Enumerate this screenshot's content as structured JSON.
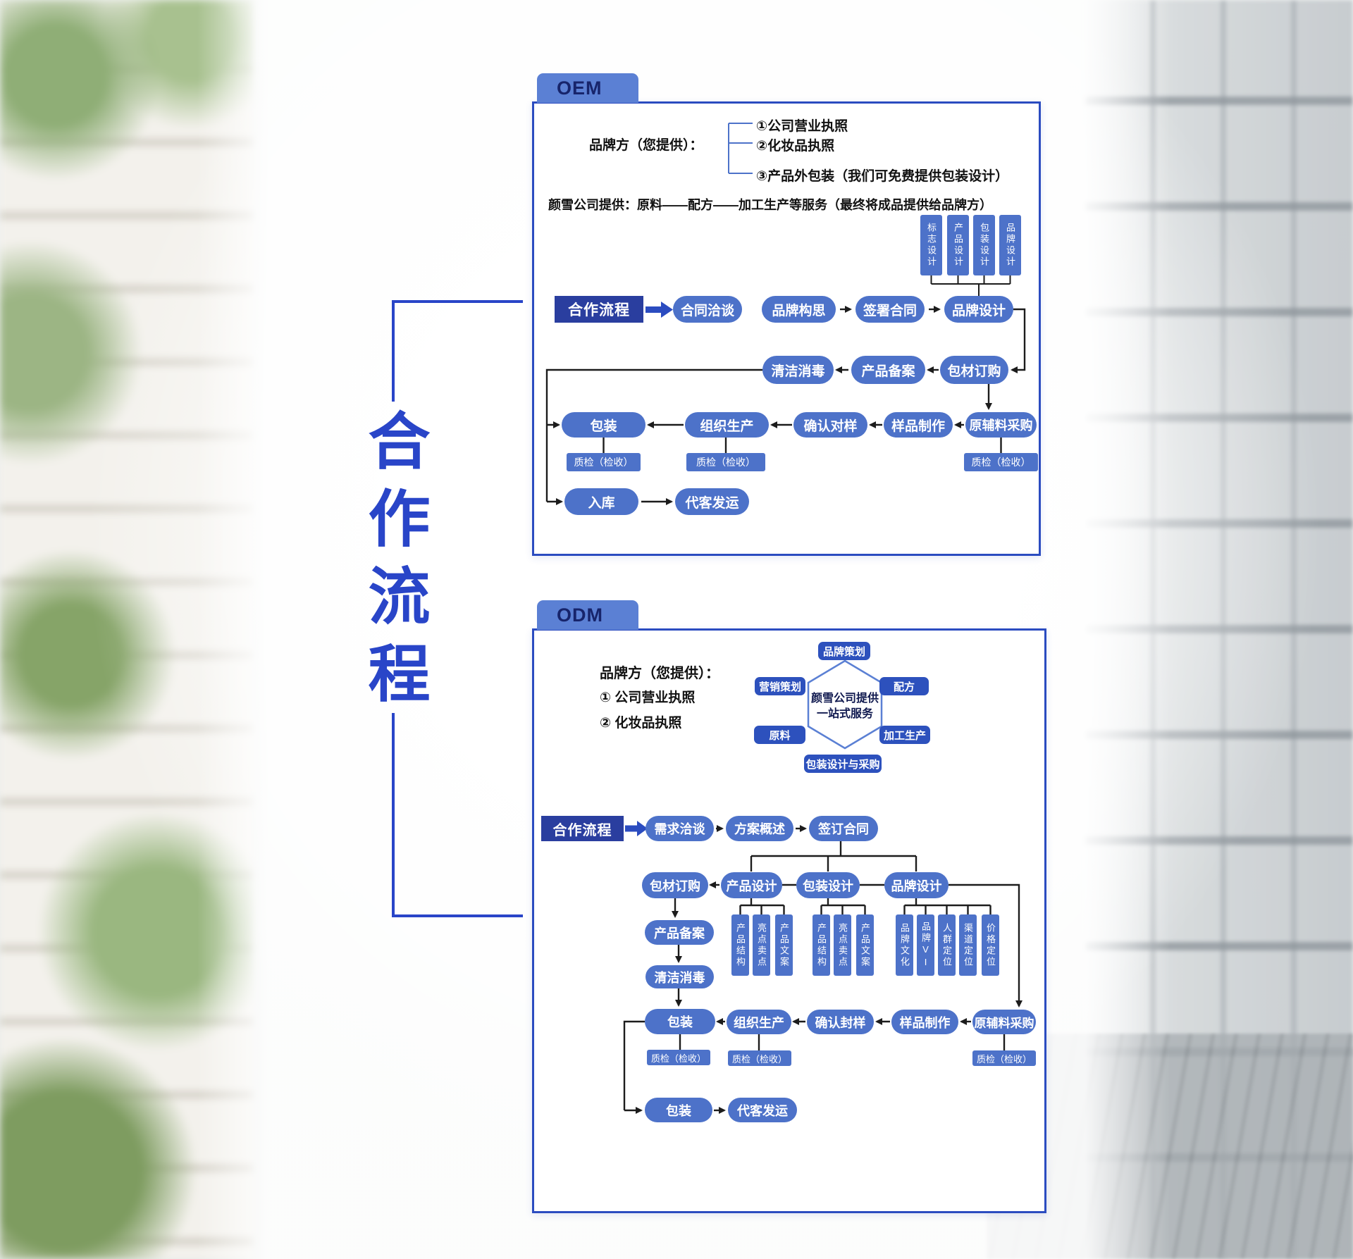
{
  "side_title": "合作流程",
  "colors": {
    "panel_border": "#2b4cc0",
    "pill_blue": "#4d72c9",
    "deep_pill_blue": "#2d51bd",
    "dark_flow_box": "#2a3e9f",
    "tab_fill": "#5b80d4",
    "tab_text": "#17246b",
    "side_title_blue": "#2945c8"
  },
  "oem": {
    "tab_label": "OEM",
    "brand_label": "品牌方（您提供）：",
    "brand_items": [
      "①公司营业执照",
      "②化妆品执照",
      "③产品外包装（我们可免费提供包装设计）"
    ],
    "provide_normal": "颜雪公司提供：原料——配方——加工生产等服务",
    "provide_bold": "（最终将成品提供给品牌方）",
    "design_boxes": [
      "标志设计",
      "产品设计",
      "包装设计",
      "品牌设计"
    ],
    "flow_label": "合作流程",
    "row1": [
      "合同洽谈",
      "品牌构思",
      "签署合同",
      "品牌设计"
    ],
    "row2": [
      "清洁消毒",
      "产品备案",
      "包材订购"
    ],
    "row3": [
      "包装",
      "组织生产",
      "确认对样",
      "样品制作",
      "原辅料采购"
    ],
    "row4": [
      "入库",
      "代客发运"
    ],
    "qc_label": "质检（检收）"
  },
  "odm": {
    "tab_label": "ODM",
    "brand_label": "品牌方（您提供）：",
    "brand_items": [
      "① 公司营业执照",
      "② 化妆品执照"
    ],
    "hex_center_line1": "颜雪公司提供",
    "hex_center_line2": "一站式服务",
    "hex_items": [
      "品牌策划",
      "营销策划",
      "配方",
      "原料",
      "加工生产",
      "包装设计与采购"
    ],
    "flow_label": "合作流程",
    "row1": [
      "需求洽谈",
      "方案概述",
      "签订合同"
    ],
    "row2": [
      "包材订购",
      "产品设计",
      "包装设计",
      "品牌设计"
    ],
    "sub_product": [
      "产品结构",
      "亮点卖点",
      "产品文案"
    ],
    "sub_package": [
      "产品结构",
      "亮点卖点",
      "产品文案"
    ],
    "sub_brand": [
      "品牌文化",
      "品牌VI",
      "人群定位",
      "渠道定位",
      "价格定位"
    ],
    "left_col": [
      "产品备案",
      "清洁消毒",
      "包装"
    ],
    "row3": [
      "组织生产",
      "确认封样",
      "样品制作",
      "原辅料采购"
    ],
    "row4": [
      "包装",
      "代客发运"
    ],
    "qc_label": "质检（检收）"
  }
}
